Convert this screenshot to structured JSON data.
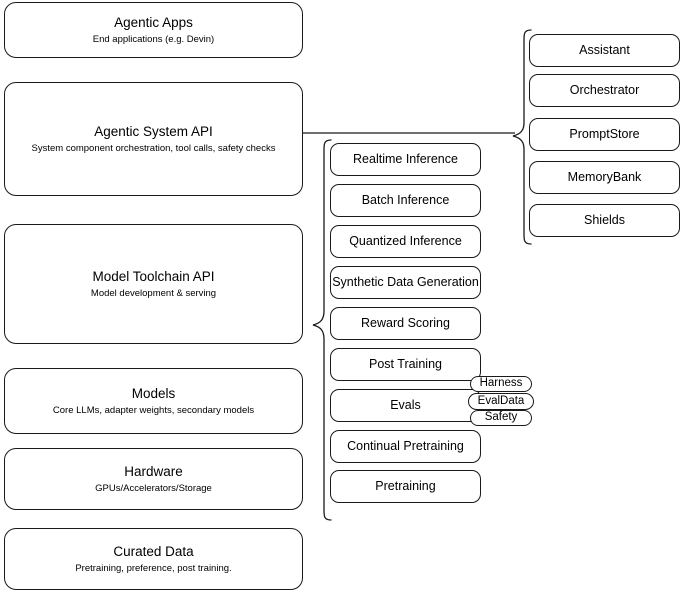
{
  "diagram": {
    "title": "AI Stack Layers Diagram",
    "stroke_color": "#1a1a1a",
    "background_color": "#ffffff",
    "layers": [
      {
        "name": "agentic-apps",
        "title": "Agentic Apps",
        "subtitle": "End applications (e.g. Devin)"
      },
      {
        "name": "agentic-system-api",
        "title": "Agentic System API",
        "subtitle": "System component orchestration, tool calls, safety checks"
      },
      {
        "name": "model-toolchain-api",
        "title": "Model Toolchain API",
        "subtitle": "Model development & serving"
      },
      {
        "name": "models",
        "title": "Models",
        "subtitle": "Core LLMs, adapter weights, secondary models"
      },
      {
        "name": "hardware",
        "title": "Hardware",
        "subtitle": "GPUs/Accelerators/Storage"
      },
      {
        "name": "curated-data",
        "title": "Curated Data",
        "subtitle": "Pretraining, preference, post training."
      }
    ],
    "toolchain_components": [
      {
        "name": "realtime-inference",
        "label": "Realtime Inference"
      },
      {
        "name": "batch-inference",
        "label": "Batch Inference"
      },
      {
        "name": "quantized-inference",
        "label": "Quantized Inference"
      },
      {
        "name": "synthetic-data-generation",
        "label": "Synthetic Data Generation"
      },
      {
        "name": "reward-scoring",
        "label": "Reward Scoring"
      },
      {
        "name": "post-training",
        "label": "Post Training"
      },
      {
        "name": "evals",
        "label": "Evals"
      },
      {
        "name": "continual-pretraining",
        "label": "Continual Pretraining"
      },
      {
        "name": "pretraining",
        "label": "Pretraining"
      }
    ],
    "eval_badges": [
      {
        "name": "harness",
        "label": "Harness"
      },
      {
        "name": "evaldata",
        "label": "EvalData"
      },
      {
        "name": "safety",
        "label": "Safety"
      }
    ],
    "system_components": [
      {
        "name": "assistant",
        "label": "Assistant"
      },
      {
        "name": "orchestrator",
        "label": "Orchestrator"
      },
      {
        "name": "promptstore",
        "label": "PromptStore"
      },
      {
        "name": "memorybank",
        "label": "MemoryBank"
      },
      {
        "name": "shields",
        "label": "Shields"
      }
    ]
  }
}
